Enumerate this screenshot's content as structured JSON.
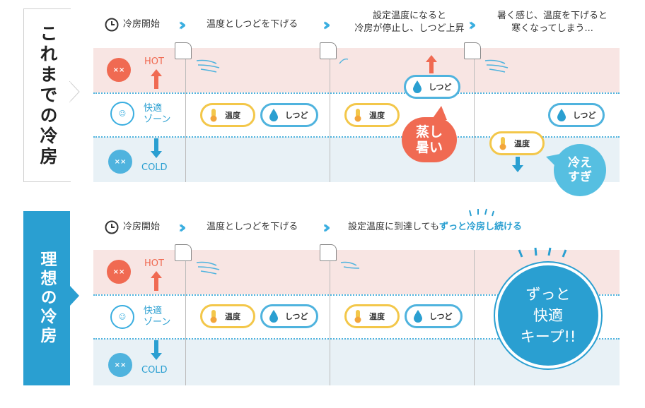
{
  "labels": {
    "old": "これまでの冷房",
    "new": "理想の冷房"
  },
  "top": {
    "steps": [
      {
        "icon": "clock-icon",
        "text": "冷房開始"
      },
      {
        "text": "温度としつどを下げる"
      },
      {
        "text_lines": [
          "設定温度になると",
          "冷房が停止し、しつど上昇"
        ]
      },
      {
        "text_lines": [
          "暑く感じ、温度を下げると",
          "寒くなってしまう..."
        ]
      }
    ],
    "bubbles": {
      "muggy": [
        "蒸し",
        "暑い"
      ],
      "toocold": [
        "冷え",
        "すぎ"
      ]
    }
  },
  "bottom": {
    "steps": [
      {
        "icon": "clock-icon",
        "text": "冷房開始"
      },
      {
        "text": "温度としつどを下げる"
      },
      {
        "text_prefix": "設定温度に到達しても",
        "text_emphasis": "ずっと冷房し続ける"
      }
    ],
    "big_bubble": [
      "ずっと",
      "快適",
      "キープ!!"
    ]
  },
  "zones": {
    "hot": "HOT",
    "comfort": [
      "快適",
      "ゾーン"
    ],
    "cold": "COLD"
  },
  "pills": {
    "temp": "温度",
    "humidity": "しつど"
  },
  "colors": {
    "blue": "#2a9fd1",
    "accent": "#4fb3de",
    "hot_bg": "#f8e5e3",
    "cold_bg": "#e8f1f6",
    "red": "#f06a52",
    "yellow": "#f3c74a",
    "bubble_blue": "#56bfe1"
  }
}
